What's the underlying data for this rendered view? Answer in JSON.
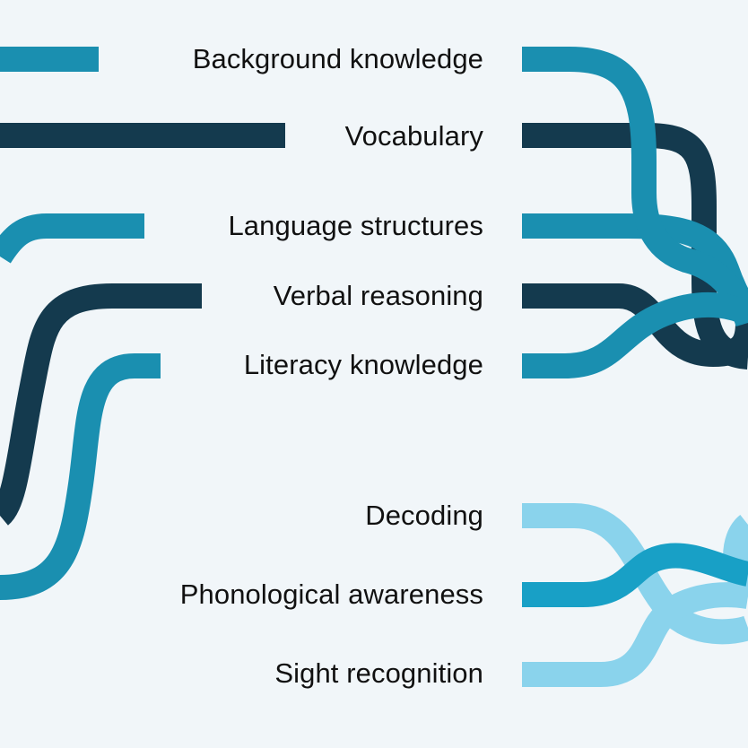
{
  "strands": [
    {
      "label": "Background knowledge",
      "color": "#1a8fb0"
    },
    {
      "label": "Vocabulary",
      "color": "#143a4e"
    },
    {
      "label": "Language structures",
      "color": "#1a8fb0"
    },
    {
      "label": "Verbal reasoning",
      "color": "#143a4e"
    },
    {
      "label": "Literacy knowledge",
      "color": "#1a8fb0"
    },
    {
      "label": "Decoding",
      "color": "#8ad3ec"
    },
    {
      "label": "Phonological awareness",
      "color": "#18a0c6"
    },
    {
      "label": "Sight recognition",
      "color": "#8ad3ec"
    }
  ]
}
